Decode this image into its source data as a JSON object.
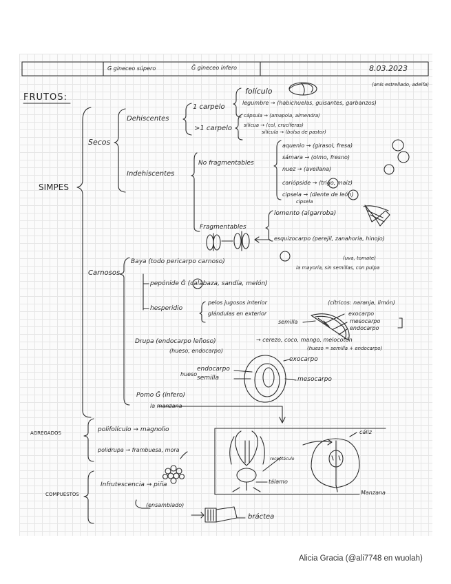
{
  "header": {
    "gyno_sup": "G gineceo súpero",
    "gyno_inf": "Ḡ gineceo ínfero",
    "date": "8.03.2023"
  },
  "title": "FRUTOS:",
  "simples": {
    "label": "SIMPES",
    "secos": {
      "label": "Secos",
      "dehiscentes": {
        "label": "Dehiscentes",
        "un_carpelo": "1 carpelo",
        "folículo": "folículo",
        "folículo_note": "(anís estrellado, adelfa)",
        "legumbre": "legumbre → (habichuelas, guisantes, garbanzos)",
        "varios_carpelos": ">1 carpelo",
        "capsula": "cápsula → (amapola, almendra)",
        "silicua": "silicua → (col, crucíferas)",
        "silicula": "silícula → (bolsa de pastor)"
      },
      "indehiscentes": {
        "label": "Indehiscentes",
        "no_fragmentables": "No fragmentables",
        "aquenio": "aquenio → (girasol, fresa)",
        "sámara": "sámara → (olmo, fresno)",
        "nuez": "nuez → (avellana)",
        "cariópside": "cariópside → (trigo, maíz)",
        "cipsela": "cipsela → (diente de león)",
        "cipsela_sub": "cipsela",
        "fragmentables": "Fragmentables",
        "lomento": "lomento (algarroba)",
        "esquizocarpo": "esquizocarpo (perejil, zanahoria, hinojo)"
      }
    },
    "carnosos": {
      "label": "Carnosos",
      "baya": "Baya (todo pericarpo carnoso)",
      "baya_note": "(uva, tomate)",
      "baya_note2": "la mayoría, sin semillas, con pulpa",
      "pepónide": "pepónide Ḡ (calabaza, sandía, melón)",
      "hesperidio": "hesperidio",
      "hesperidio_1": "pelos jugosos interior",
      "hesperidio_2": "glándulas en exterior",
      "hesperidio_note": "(cítricos: naranja, limón)",
      "drupa": "Drupa (endocarpo leñoso)",
      "drupa_2": "(hueso, endocarpo)",
      "drupa_note": "→ cerezo, coco, mango, melocotón",
      "drupa_note2": "(hueso = semilla + endocarpo)",
      "pomo": "Pomo Ḡ (ínfero)",
      "pomo_2": "la manzana",
      "labels": {
        "exocarpo": "exocarpo",
        "mesocarpo": "mesocarpo",
        "endocarpo": "endocarpo",
        "semilla": "semilla",
        "hueso": "hueso",
        "hueso_endocarpo": "endocarpo",
        "hueso_semilla": "semilla",
        "drupa_exocarpo": "exocarpo",
        "drupa_mesocarpo": "mesocarpo"
      }
    }
  },
  "agregados": {
    "label": "AGREGADOS",
    "polifolículo": "polifolículo → magnolio",
    "polidrupa": "polidrupa → frambuesa, mora"
  },
  "compuestos": {
    "label": "COMPUESTOS",
    "infrutescencia": "Infrutescencia → piña",
    "sub": "(ensamblado)",
    "bractea": "bráctea",
    "manzana": "Manzana",
    "caliz": "cáliz",
    "tálamo": "tálamo",
    "receptáculo": "receptáculo"
  },
  "credit": "Alicia Gracia (@ali7748 en wuolah)"
}
